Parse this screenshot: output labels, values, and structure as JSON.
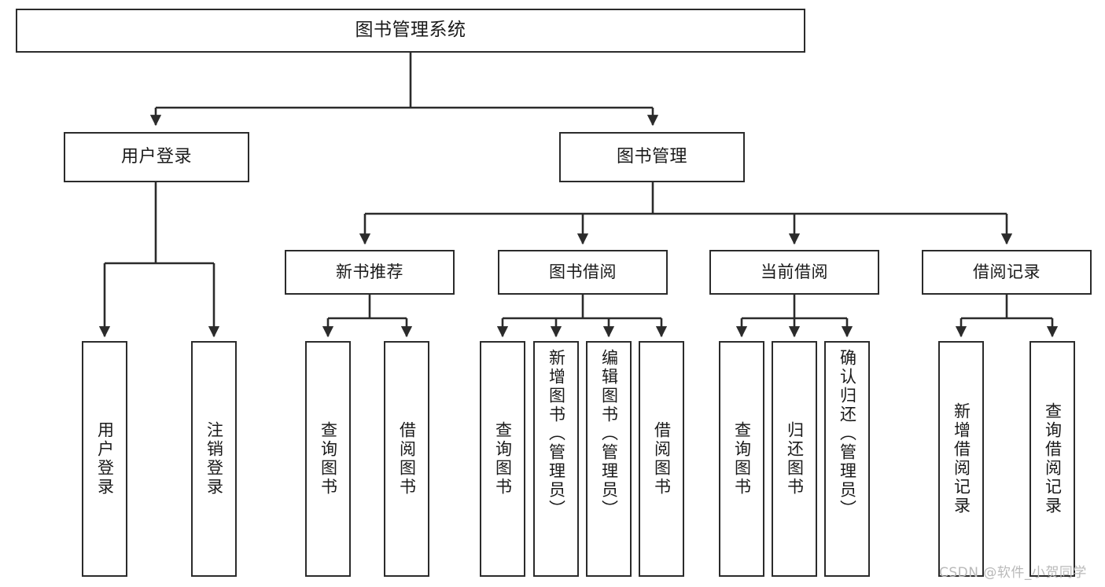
{
  "diagram": {
    "title": "图书管理系统",
    "type": "hierarchy-tree",
    "root": {
      "id": "root",
      "label": "图书管理系统"
    },
    "level1": [
      {
        "id": "user-login",
        "label": "用户登录"
      },
      {
        "id": "book-manage",
        "label": "图书管理"
      }
    ],
    "level2": [
      {
        "id": "new-book-rec",
        "label": "新书推荐",
        "parent": "book-manage"
      },
      {
        "id": "book-borrow",
        "label": "图书借阅",
        "parent": "book-manage"
      },
      {
        "id": "current-borrow",
        "label": "当前借阅",
        "parent": "book-manage"
      },
      {
        "id": "borrow-record",
        "label": "借阅记录",
        "parent": "book-manage"
      }
    ],
    "leaves": [
      {
        "id": "leaf-user-login",
        "label": "用户登录",
        "parent": "user-login"
      },
      {
        "id": "leaf-user-logout",
        "label": "注销登录",
        "parent": "user-login"
      },
      {
        "id": "leaf-query-book-1",
        "label": "查询图书",
        "parent": "new-book-rec"
      },
      {
        "id": "leaf-borrow-book-1",
        "label": "借阅图书",
        "parent": "new-book-rec"
      },
      {
        "id": "leaf-query-book-2",
        "label": "查询图书",
        "parent": "book-borrow"
      },
      {
        "id": "leaf-add-book",
        "label": "新增图书（管理员）",
        "parent": "book-borrow"
      },
      {
        "id": "leaf-edit-book",
        "label": "编辑图书（管理员）",
        "parent": "book-borrow"
      },
      {
        "id": "leaf-borrow-book-2",
        "label": "借阅图书",
        "parent": "book-borrow"
      },
      {
        "id": "leaf-query-book-3",
        "label": "查询图书",
        "parent": "current-borrow"
      },
      {
        "id": "leaf-return-book",
        "label": "归还图书",
        "parent": "current-borrow"
      },
      {
        "id": "leaf-confirm-return",
        "label": "确认归还（管理员）",
        "parent": "current-borrow"
      },
      {
        "id": "leaf-add-record",
        "label": "新增借阅记录",
        "parent": "borrow-record"
      },
      {
        "id": "leaf-query-record",
        "label": "查询借阅记录",
        "parent": "borrow-record"
      }
    ],
    "colors": {
      "stroke": "#2b2b2b",
      "fill": "#ffffff",
      "text": "#1a1a1a",
      "watermark": "#b9b9b9"
    }
  },
  "watermark": {
    "text": "CSDN @软件_小贺同学"
  }
}
